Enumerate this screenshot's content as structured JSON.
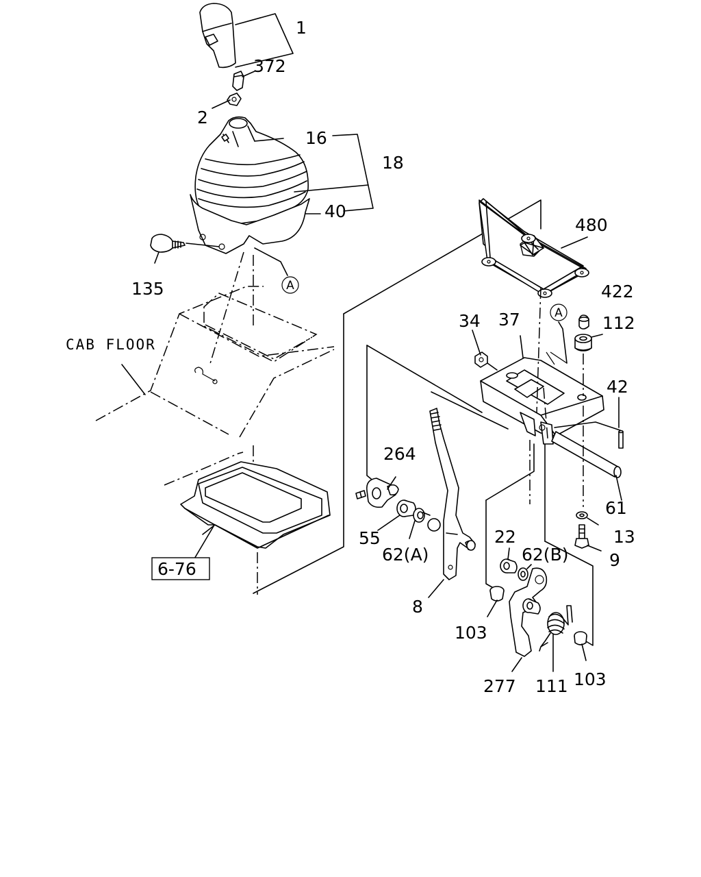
{
  "parts": {
    "p1": "1",
    "p372": "372",
    "p2": "2",
    "p16": "16",
    "p18": "18",
    "p40": "40",
    "p135": "135",
    "circleA_left": "A",
    "cab_floor": "CAB FLOOR",
    "ref_6_76": "6-76",
    "p480": "480",
    "p422": "422",
    "circleA_right": "A",
    "p34": "34",
    "p37": "37",
    "p112": "112",
    "p42": "42",
    "p264": "264",
    "p61": "61",
    "p55": "55",
    "p62A": "62(A)",
    "p22": "22",
    "p62B": "62(B)",
    "p13": "13",
    "p9": "9",
    "p8": "8",
    "p103a": "103",
    "p277": "277",
    "p111": "111",
    "p103b": "103"
  }
}
